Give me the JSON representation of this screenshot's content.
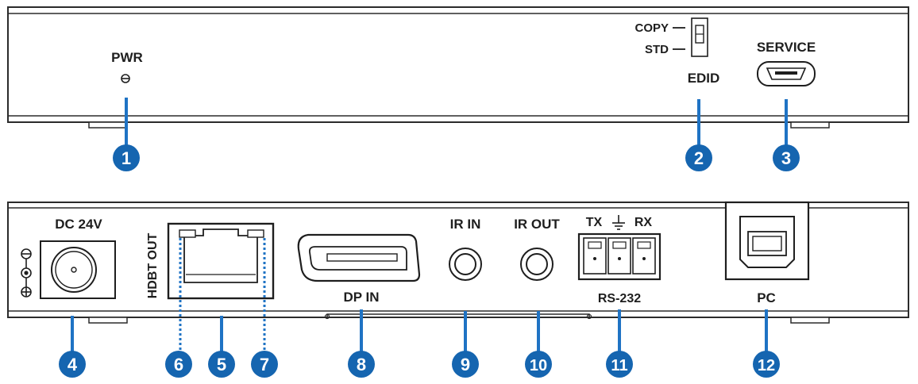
{
  "front_panel": {
    "pwr_label": "PWR",
    "edid_copy_label": "COPY",
    "edid_std_label": "STD",
    "edid_label": "EDID",
    "service_label": "SERVICE"
  },
  "rear_panel": {
    "dc_label": "DC 24V",
    "hdbt_label": "HDBT OUT",
    "dp_label": "DP IN",
    "ir_in_label": "IR IN",
    "ir_out_label": "IR OUT",
    "rs232_tx_label": "TX",
    "rs232_rx_label": "RX",
    "rs232_label": "RS-232",
    "pc_label": "PC"
  },
  "callouts": [
    "1",
    "2",
    "3",
    "4",
    "5",
    "6",
    "7",
    "8",
    "9",
    "10",
    "11",
    "12"
  ],
  "colors": {
    "callout_fill": "#1565b0",
    "callout_line": "#1f73c4",
    "device_stroke": "#2b2b2b",
    "label_text": "#1e1e1e"
  }
}
